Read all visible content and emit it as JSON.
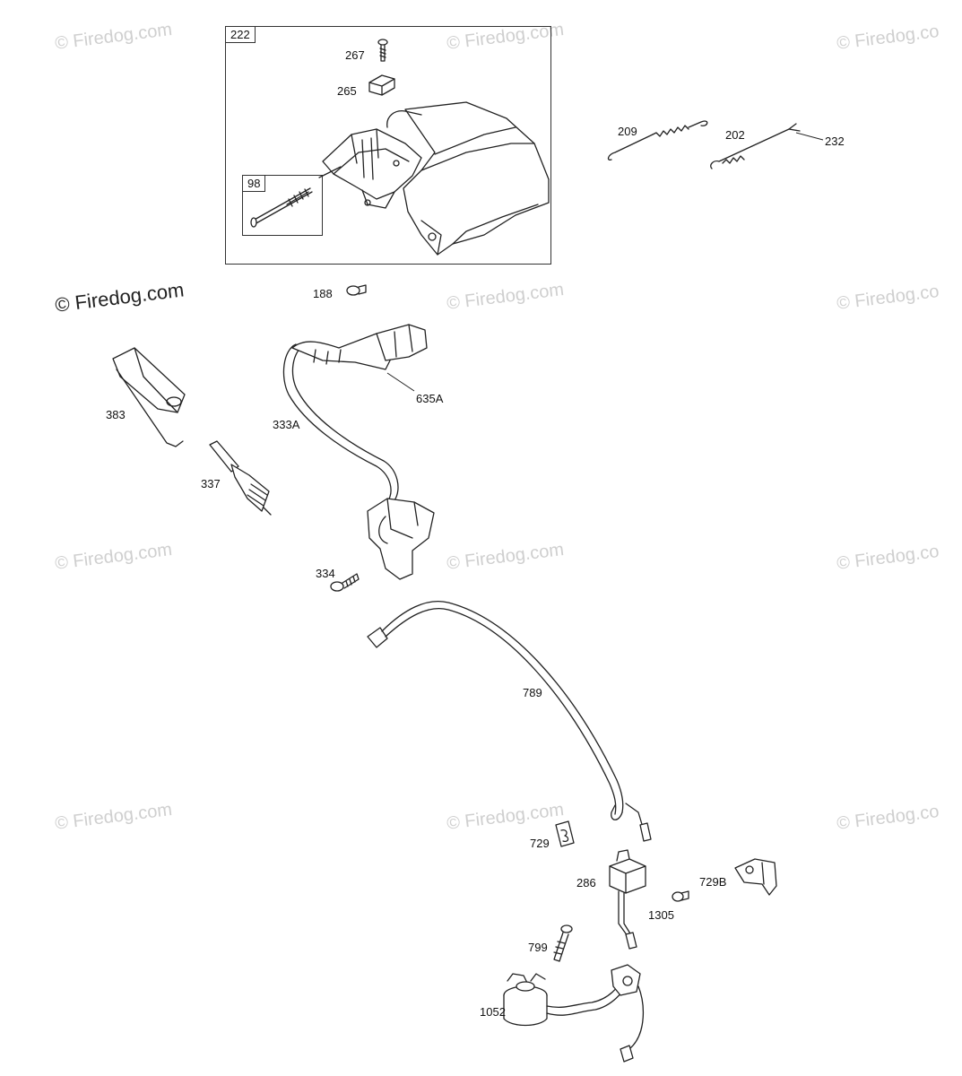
{
  "watermarks": {
    "text": "© Firedog.com",
    "text_cut": "© Firedog.co"
  },
  "group_boxes": [
    {
      "id": "222",
      "label": "222"
    },
    {
      "id": "98",
      "label": "98"
    }
  ],
  "callouts": {
    "p267": "267",
    "p265": "265",
    "p209": "209",
    "p202": "202",
    "p232": "232",
    "p188": "188",
    "p383": "383",
    "p635A": "635A",
    "p333A": "333A",
    "p337": "337",
    "p334": "334",
    "p789": "789",
    "p729": "729",
    "p286": "286",
    "p729B": "729B",
    "p1305": "1305",
    "p799": "799",
    "p1052": "1052"
  }
}
